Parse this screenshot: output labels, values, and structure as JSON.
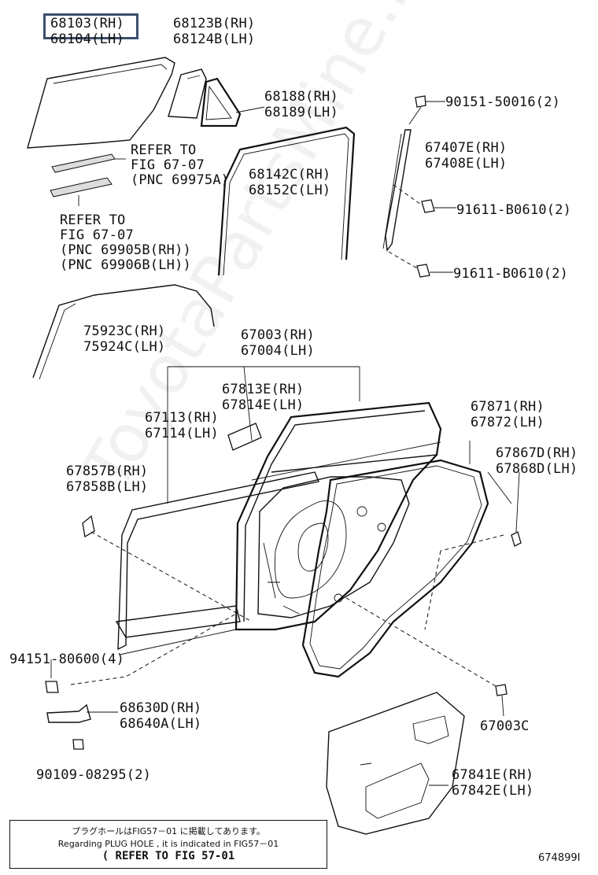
{
  "labels": {
    "glass_rh": "68103(RH)",
    "glass_lh": "68104(LH)",
    "quarter_rh": "68123B(RH)",
    "quarter_lh": "68124B(LH)",
    "quarter_weather_rh": "68188(RH)",
    "quarter_weather_lh": "68189(LH)",
    "run_rh": "68142C(RH)",
    "run_lh": "68152C(LH)",
    "bolt_top": "90151-50016(2)",
    "channel_rh": "67407E(RH)",
    "channel_lh": "67408E(LH)",
    "nut_1": "91611-B0610(2)",
    "nut_2": "91611-B0610(2)",
    "frame_molding_rh": "75923C(RH)",
    "frame_molding_lh": "75924C(LH)",
    "door_rh": "67003(RH)",
    "door_lh": "67004(LH)",
    "cover_rh": "67813E(RH)",
    "cover_lh": "67814E(LH)",
    "panel_rh": "67113(RH)",
    "panel_lh": "67114(LH)",
    "door_weather_rh": "67871(RH)",
    "door_weather_lh": "67872(LH)",
    "sub_weather_rh": "67867D(RH)",
    "sub_weather_lh": "67868D(LH)",
    "outer_weather_rh": "67857B(RH)",
    "outer_weather_lh": "67858B(LH)",
    "check_bolt": "94151-80600(4)",
    "check_rh": "68630D(RH)",
    "check_lh": "68640A(LH)",
    "screw": "90109-08295(2)",
    "plug": "67003C",
    "service_cover_rh": "67841E(RH)",
    "service_cover_lh": "67842E(LH)"
  },
  "refs": {
    "ref1": [
      "REFER TO",
      "FIG 67-07",
      "(PNC 69975A)"
    ],
    "ref2": [
      "REFER TO",
      "FIG 67-07",
      "(PNC 69905B(RH))",
      "(PNC 69906B(LH))"
    ]
  },
  "note": {
    "jp": "プラグホールはFIG57－01 に掲載してあります。",
    "en": "Regarding PLUG HOLE , it is indicated in FIG57－01",
    "refer": "( REFER TO FIG 57-01"
  },
  "diagram_code": "674899I",
  "watermark": "ToyotaPartsMine.ru",
  "colors": {
    "highlight": "#3b4f6b"
  }
}
